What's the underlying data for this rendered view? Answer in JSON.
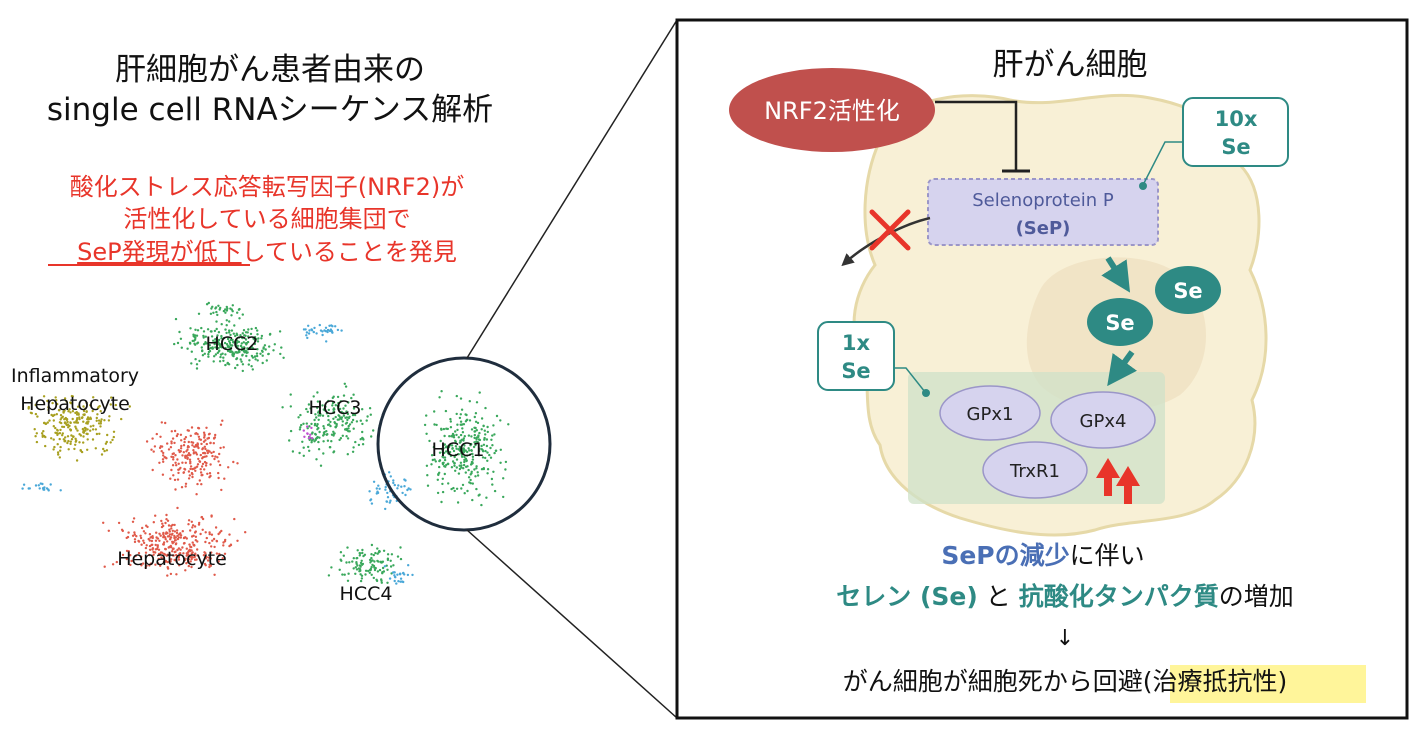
{
  "left": {
    "title_line1": "肝細胞がん患者由来の",
    "title_line2": "single cell RNAシーケンス解析",
    "finding_line1": "酸化ストレス応答転写因子(NRF2)が",
    "finding_line2": "活性化している細胞集団で",
    "finding_line3_underlined": "SeP発現が低下",
    "finding_line3_rest": "していることを発見",
    "clusters": [
      {
        "label": "HCC2",
        "color": "#3aa85c"
      },
      {
        "label": "Inflammatory",
        "color": "#a8a020"
      },
      {
        "label": "Hepatocyte",
        "color": "#a8a020"
      },
      {
        "label": "HCC3",
        "color": "#3aa85c"
      },
      {
        "label": "HCC1",
        "color": "#3aa85c"
      },
      {
        "label": "Hepatocyte",
        "color": "#e05a4a"
      },
      {
        "label": "HCC4",
        "color": "#3aa85c"
      }
    ]
  },
  "right": {
    "cell_title": "肝がん細胞",
    "nrf2_label": "NRF2活性化",
    "sep_line1": "Selenoprotein P",
    "sep_line2": "(SeP)",
    "ten_x": "10x",
    "ten_se": "Se",
    "one_x": "1x",
    "one_se": "Se",
    "se_inner": "Se",
    "se_outer": "Se",
    "enzymes": [
      "GPx1",
      "GPx4",
      "TrxR1"
    ],
    "summary_sep": "SePの減少",
    "summary_sep_rest": "に伴い",
    "summary_se": "セレン (Se)",
    "summary_to": " と ",
    "summary_anti": "抗酸化タンパク質",
    "summary_anti_rest": "の増加",
    "arrow_down": "↓",
    "outcome_main": "がん細胞が細胞死から回避(",
    "outcome_highlight": "治療抵抗性",
    "outcome_end": ")"
  },
  "colors": {
    "red_text": "#e8352a",
    "teal": "#2e8a84",
    "blue_text": "#4a6fb5",
    "nrf2_fill": "#c0504d",
    "sep_fill": "#d6d3ee",
    "cell_fill": "#f8f0d6",
    "highlight": "#fff59a"
  }
}
